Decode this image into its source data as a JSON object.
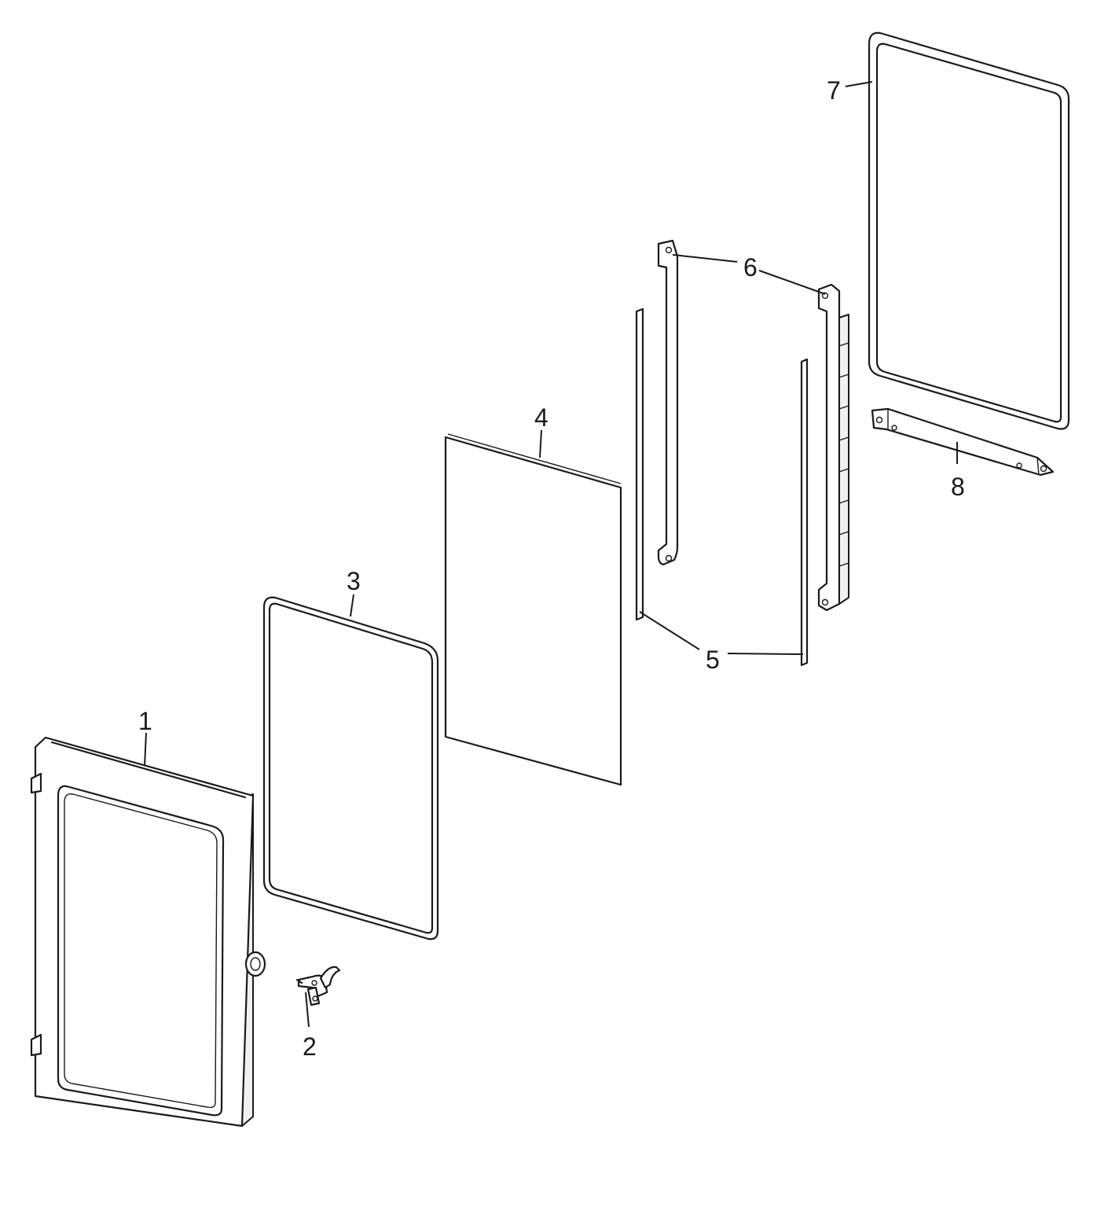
{
  "diagram": {
    "callouts": [
      {
        "number": "1",
        "part": "door-frame"
      },
      {
        "number": "2",
        "part": "latch-hook"
      },
      {
        "number": "3",
        "part": "door-seal-gasket"
      },
      {
        "number": "4",
        "part": "glass-panel"
      },
      {
        "number": "5",
        "part": "edge-seal-strips"
      },
      {
        "number": "6",
        "part": "side-brackets"
      },
      {
        "number": "7",
        "part": "inner-door-frame"
      },
      {
        "number": "8",
        "part": "bottom-hinge-bracket"
      }
    ]
  },
  "colors": {
    "line": "#1a1a1a",
    "background": "#ffffff",
    "shade": "#f1f1f1"
  }
}
